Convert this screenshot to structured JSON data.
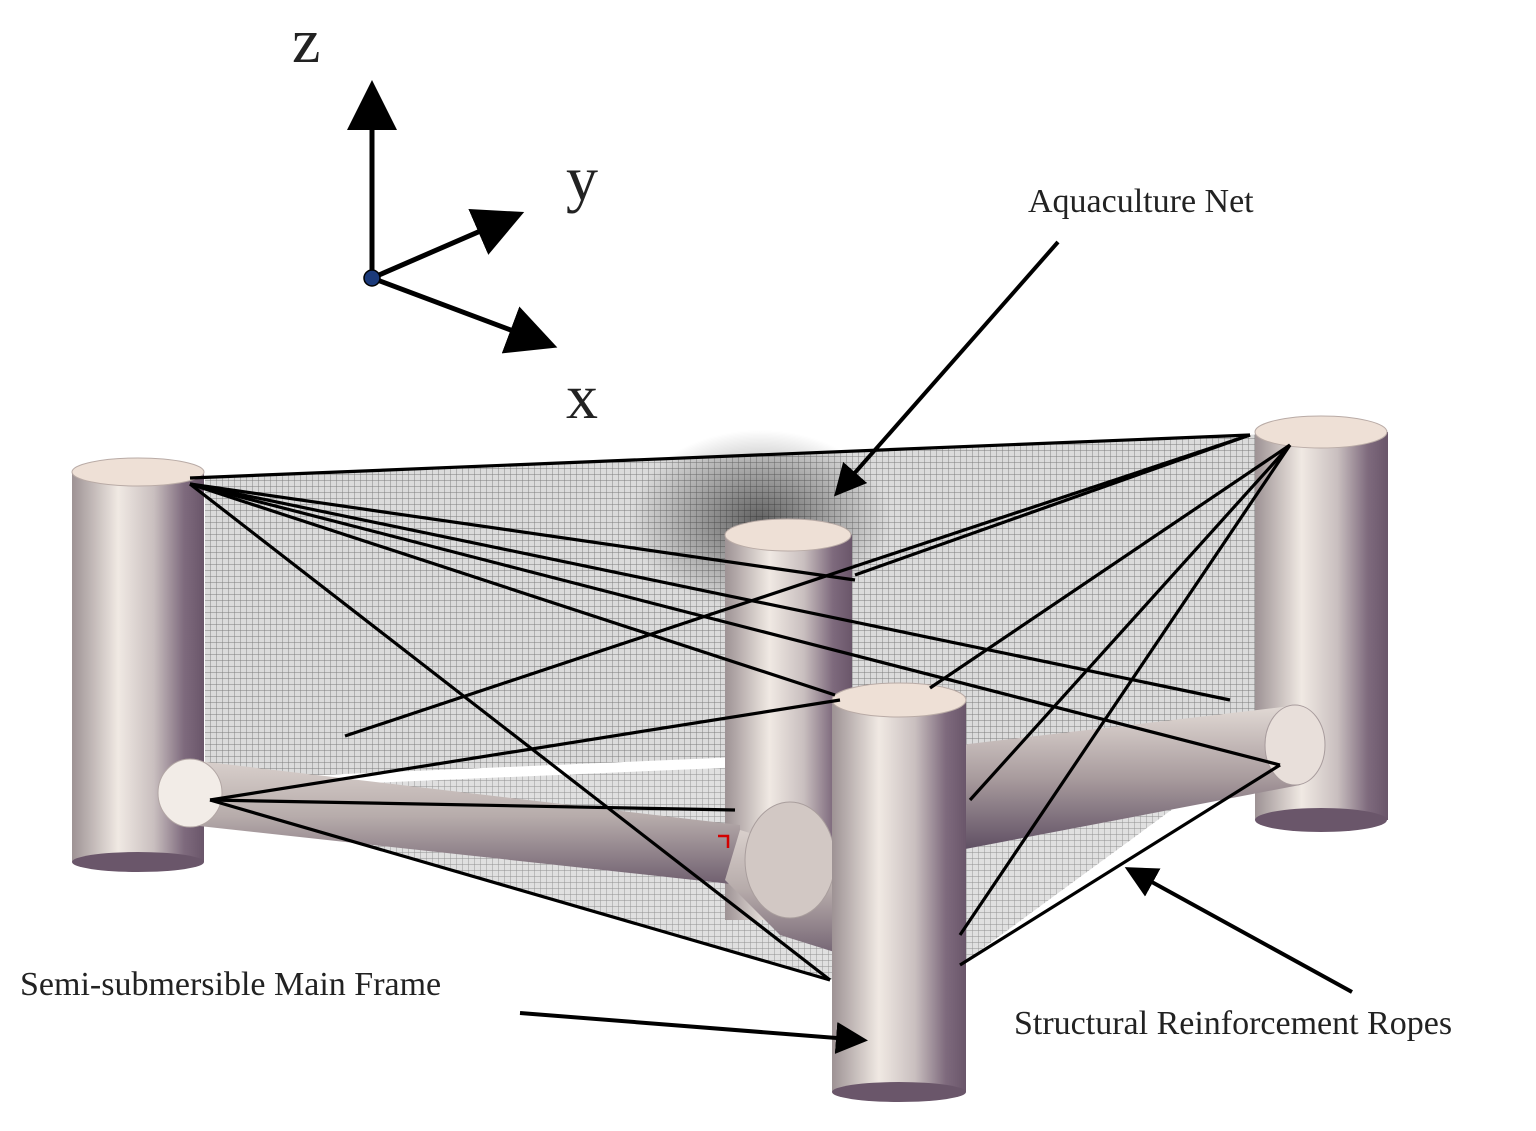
{
  "axes": {
    "z": "z",
    "y": "y",
    "x": "x"
  },
  "labels": {
    "net": "Aquaculture Net",
    "frame": "Semi-submersible Main Frame",
    "ropes": "Structural Reinforcement Ropes"
  },
  "colors": {
    "column_top": "#eee0d6",
    "column_light": "#efe8e2",
    "column_dark": "#6e5a6e",
    "net": "#4a4a4a",
    "rope": "#000000",
    "axis_origin": "#1b3a7a"
  }
}
